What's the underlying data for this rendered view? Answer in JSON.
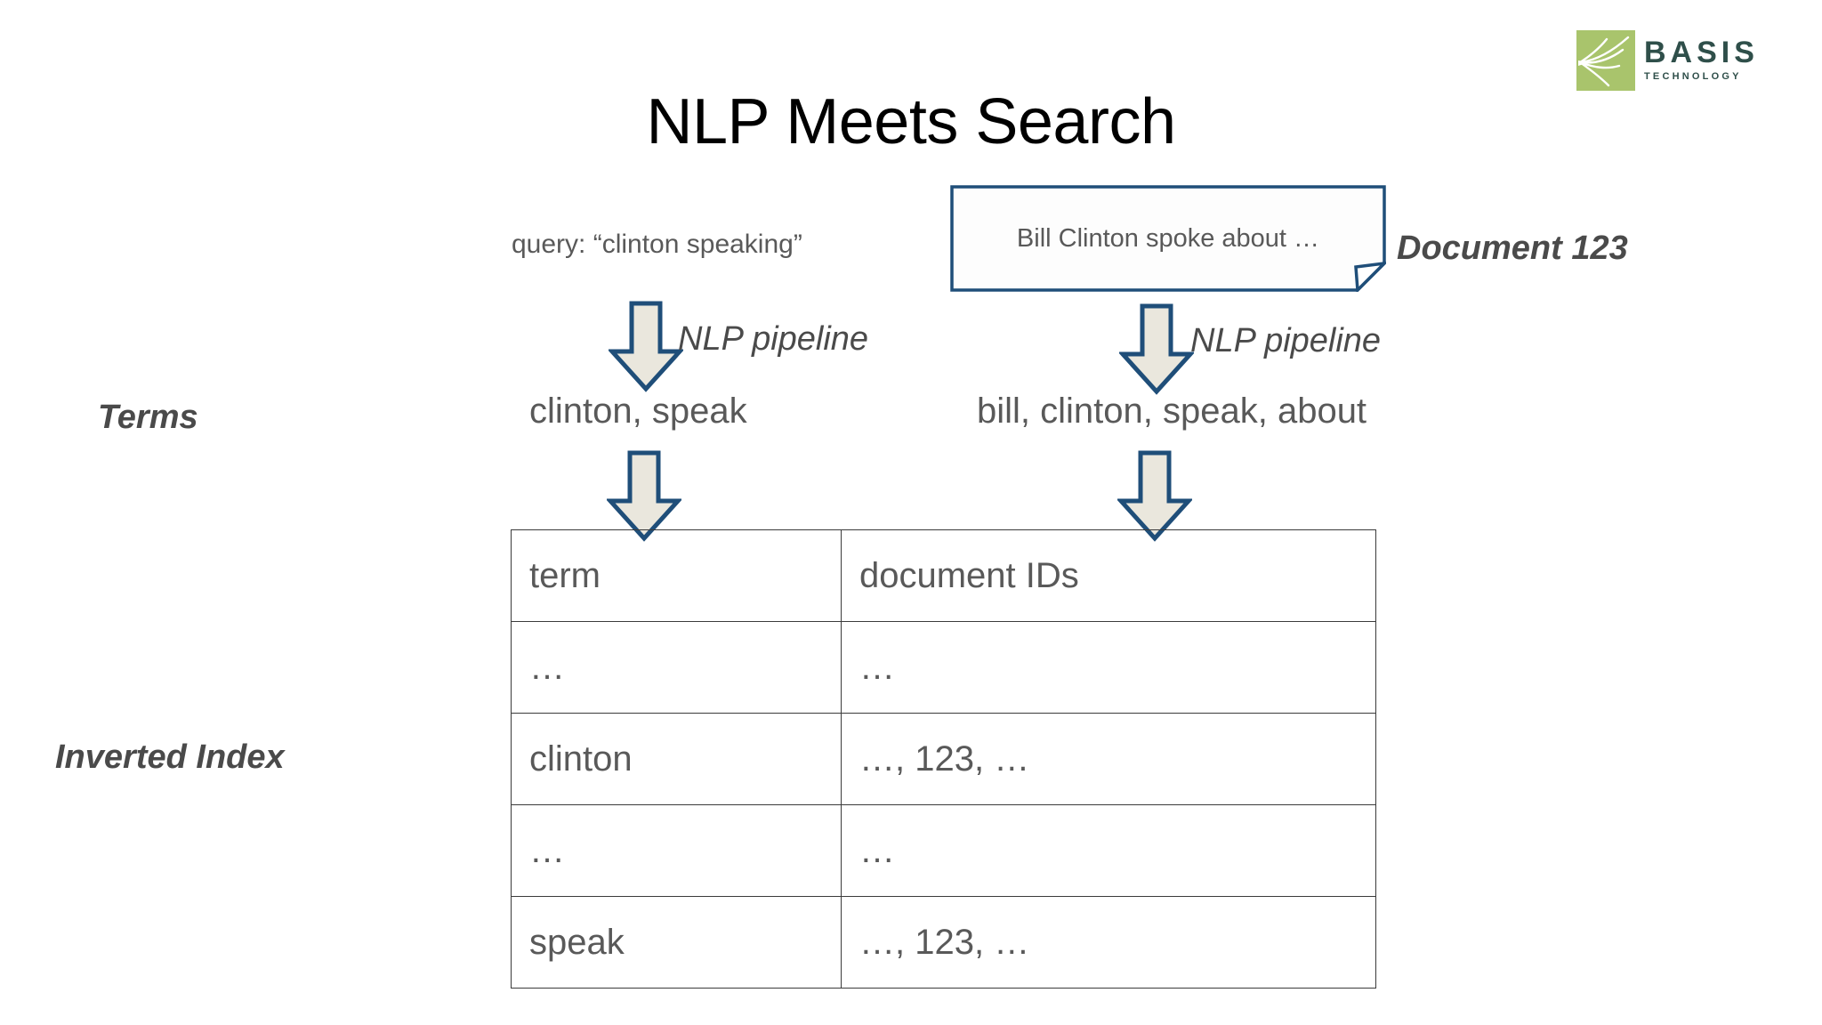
{
  "slide": {
    "title": "NLP Meets Search",
    "background_color": "#ffffff"
  },
  "logo": {
    "name": "BASIS",
    "subtitle": "TECHNOLOGY",
    "mark_color": "#a9c46c",
    "text_color": "#2f4f4a"
  },
  "query": {
    "label": "query: “clinton speaking”"
  },
  "document": {
    "body_text": "Bill Clinton spoke about …",
    "label": "Document 123",
    "border_color": "#1f4e79"
  },
  "pipeline": {
    "left_label": "NLP pipeline",
    "right_label": "NLP pipeline",
    "arrow_fill": "#eae7dd",
    "arrow_stroke": "#1f4e79"
  },
  "row_labels": {
    "terms": "Terms",
    "inverted_index": "Inverted Index"
  },
  "terms": {
    "query_terms": "clinton, speak",
    "document_terms": "bill, clinton, speak, about"
  },
  "table": {
    "headers": [
      "term",
      "document IDs"
    ],
    "rows": [
      [
        "…",
        "…"
      ],
      [
        "clinton",
        "…, 123, …"
      ],
      [
        "…",
        "…"
      ],
      [
        "speak",
        "…, 123, …"
      ]
    ]
  }
}
